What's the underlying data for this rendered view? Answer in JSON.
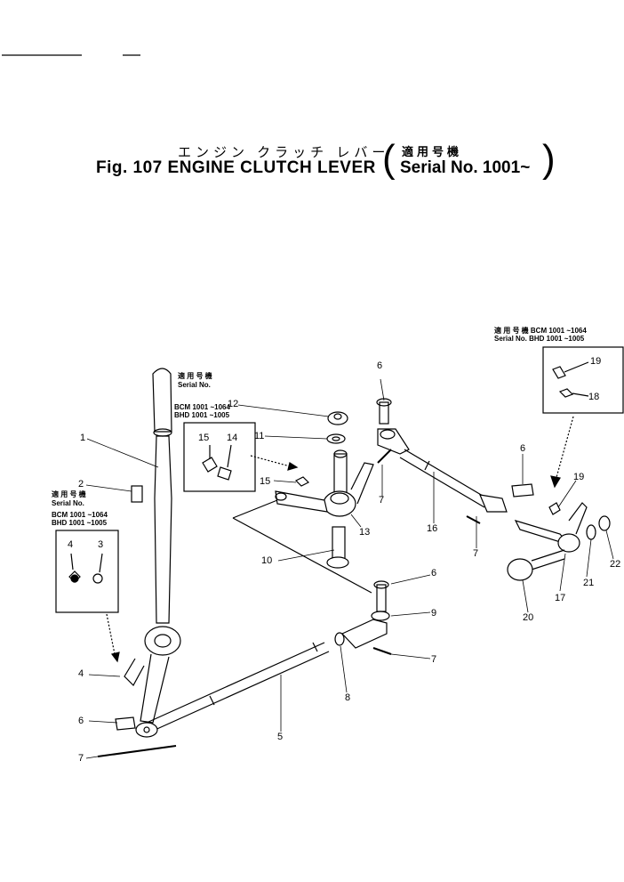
{
  "title": {
    "japanese": "エンジン クラッチ レバー",
    "figure": "Fig. 107  ENGINE CLUTCH LEVER",
    "serial_japanese": "適用号機",
    "serial": "Serial No. 1001~"
  },
  "notes": {
    "left": {
      "jp": "適 用 号 機",
      "label": "Serial No.",
      "line1": "BCM 1001 ~1064",
      "line2": "BHD 1001 ~1005"
    },
    "middle": {
      "jp": "適 用 号 機",
      "label": "Serial No.",
      "line1": "BCM 1001 ~1064",
      "line2": "BHD 1001 ~1005"
    },
    "right": {
      "line1": "適 用 号 機  BCM 1001 ~1064",
      "line2": "Serial No. BHD 1001 ~1005"
    }
  },
  "callouts": [
    "1",
    "2",
    "3",
    "4",
    "4",
    "5",
    "6",
    "6",
    "6",
    "6",
    "7",
    "7",
    "7",
    "7",
    "8",
    "9",
    "10",
    "11",
    "12",
    "13",
    "14",
    "15",
    "15",
    "16",
    "17",
    "18",
    "19",
    "19",
    "20",
    "21",
    "22"
  ]
}
